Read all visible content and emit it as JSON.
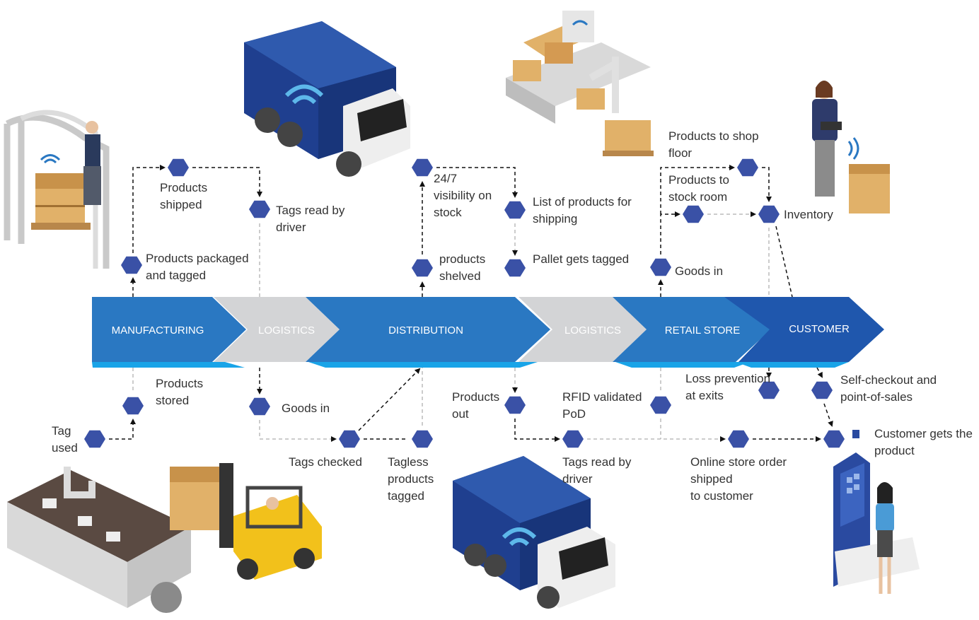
{
  "colors": {
    "hexagon": "#3a51a6",
    "blue_stage": "#2a78c2",
    "blue_dark": "#1f57ad",
    "grey_stage": "#d3d4d6",
    "bottom_stripe": "#19a4e8",
    "line": "#111111",
    "line_light": "#bbbbbb",
    "text": "#333333"
  },
  "stages": [
    {
      "id": "manufacturing",
      "label": "MANUFACTURING",
      "style": "blue"
    },
    {
      "id": "logistics-1",
      "label": "LOGISTICS",
      "style": "grey"
    },
    {
      "id": "distribution",
      "label": "DISTRIBUTION",
      "style": "blue"
    },
    {
      "id": "logistics-2",
      "label": "LOGISTICS",
      "style": "grey"
    },
    {
      "id": "retail-store",
      "label": "RETAIL STORE",
      "style": "blue"
    },
    {
      "id": "customer",
      "label": "CUSTOMER",
      "style": "dark"
    }
  ],
  "steps": {
    "products_packaged": "Products packaged\nand tagged",
    "products_shipped": "Products\nshipped",
    "tags_read_by_driver_top": "Tags read by\ndriver",
    "visibility_on_stock": "24/7\nvisibility on\nstock",
    "products_shelved": "products\nshelved",
    "list_of_products": "List of products for\nshipping",
    "pallet_tagged": "Pallet gets tagged",
    "products_to_shop_floor": "Products to shop\nfloor",
    "products_to_stock_room": "Products to\nstock room",
    "inventory": "Inventory",
    "goods_in_retail": "Goods in",
    "products_stored": "Products\nstored",
    "tag_used": "Tag\nused",
    "goods_in_logistics": "Goods in",
    "tags_checked": "Tags checked",
    "tagless_tagged": "Tagless\nproducts\ntagged",
    "products_out": "Products\nout",
    "rfid_validated": "RFID validated\nPoD",
    "tags_read_by_driver_bottom": "Tags read by\ndriver",
    "loss_prevention": "Loss prevention\nat exits",
    "online_store_order": "Online store order\nshipped\nto customer",
    "self_checkout": "Self-checkout and\npoint-of-sales",
    "customer_gets_product": "Customer gets the\nproduct"
  },
  "icons": [
    "rfid-gate-worker-illustration",
    "delivery-truck-illustration",
    "conveyor-robot-arm-illustration",
    "woman-with-scanner-illustration",
    "production-line-illustration",
    "forklift-illustration",
    "self-checkout-kiosk-illustration"
  ]
}
